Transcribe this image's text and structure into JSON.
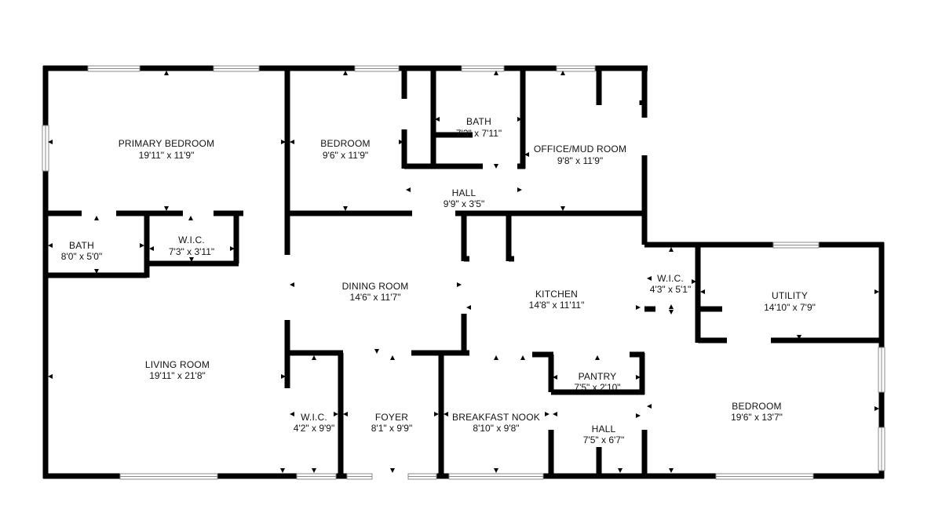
{
  "rooms": [
    {
      "name": "PRIMARY BEDROOM",
      "dims": "19'11\" x 11'9\""
    },
    {
      "name": "BEDROOM",
      "dims": "9'6\" x 11'9\""
    },
    {
      "name": "BATH",
      "dims": "7'3\" x 7'11\""
    },
    {
      "name": "OFFICE/MUD ROOM",
      "dims": "9'8\" x 11'9\""
    },
    {
      "name": "HALL",
      "dims": "9'9\" x 3'5\""
    },
    {
      "name": "BATH",
      "dims": "8'0\" x 5'0\""
    },
    {
      "name": "W.I.C.",
      "dims": "7'3\" x 3'11\""
    },
    {
      "name": "DINING ROOM",
      "dims": "14'6\" x 11'7\""
    },
    {
      "name": "KITCHEN",
      "dims": "14'8\" x 11'11\""
    },
    {
      "name": "W.I.C.",
      "dims": "4'3\" x 5'1\""
    },
    {
      "name": "UTILITY",
      "dims": "14'10\" x 7'9\""
    },
    {
      "name": "LIVING ROOM",
      "dims": "19'11\" x 21'8\""
    },
    {
      "name": "PANTRY",
      "dims": "7'5\" x 2'10\""
    },
    {
      "name": "W.I.C.",
      "dims": "4'2\" x 9'9\""
    },
    {
      "name": "FOYER",
      "dims": "8'1\" x 9'9\""
    },
    {
      "name": "BREAKFAST NOOK",
      "dims": "8'10\" x 9'8\""
    },
    {
      "name": "HALL",
      "dims": "7'5\" x 6'7\""
    },
    {
      "name": "BEDROOM",
      "dims": "19'6\" x 13'7\""
    }
  ],
  "colors": {
    "wall": "#000000",
    "window": "#8a8a8a",
    "background": "#ffffff",
    "text": "#111111"
  }
}
